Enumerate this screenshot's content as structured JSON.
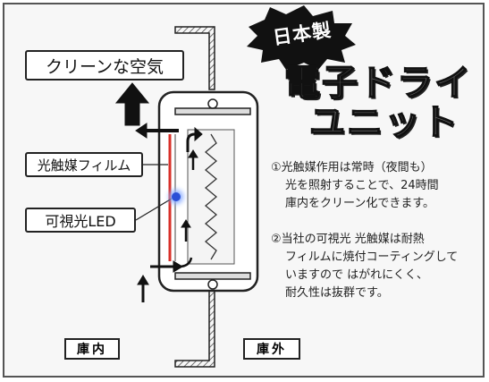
{
  "badge": {
    "text": "日本製"
  },
  "title": {
    "line1": "電子ドライ",
    "line2": "ユニット"
  },
  "labels": {
    "clean_air": "クリーンな空気",
    "photocatalyst_film": "光触媒フィルム",
    "visible_led": "可視光LED",
    "inside": "庫内",
    "outside": "庫外"
  },
  "descriptions": [
    {
      "lines": [
        "①光触媒作用は常時（夜間も）",
        "光を照射することで、24時間",
        "庫内をクリーン化できます。"
      ]
    },
    {
      "lines": [
        "②当社の可視光 光触媒は耐熱",
        "フィルムに焼付コーティングして",
        "いますので はがれにくく、",
        "耐久性は抜群です。"
      ]
    }
  ],
  "colors": {
    "film_red": "#d9302a",
    "led_blue": "#2a4fd6",
    "badge_black": "#111111"
  }
}
